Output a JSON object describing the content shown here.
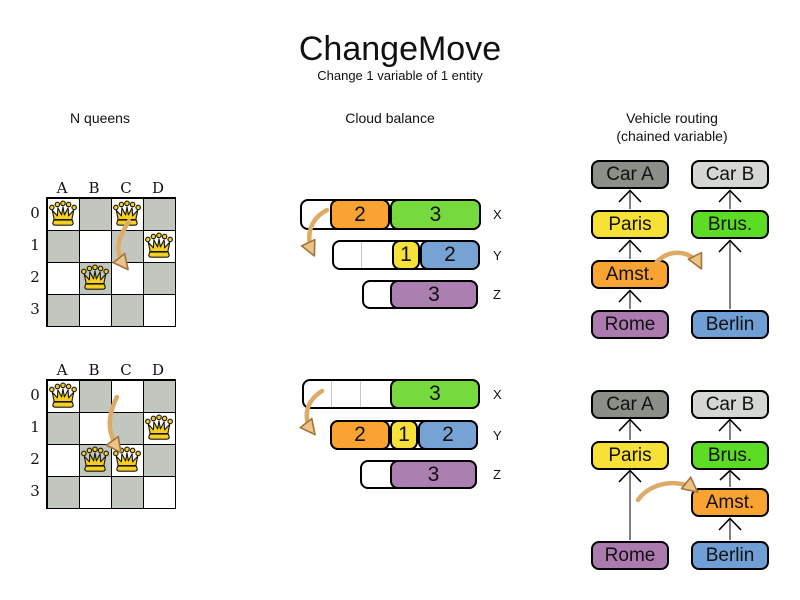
{
  "title": "ChangeMove",
  "subtitle": "Change 1 variable of 1 entity",
  "sections": {
    "nqueens": {
      "header": "N queens",
      "col_labels": [
        "A",
        "B",
        "C",
        "D"
      ],
      "row_labels": [
        "0",
        "1",
        "2",
        "3"
      ],
      "before": {
        "queen_cells": [
          "A0",
          "C0",
          "D1",
          "B2"
        ]
      },
      "after": {
        "queen_cells": [
          "A0",
          "D1",
          "B2",
          "C2"
        ]
      }
    },
    "cloud": {
      "header": "Cloud balance",
      "before": {
        "rows": [
          {
            "computer": "X",
            "segments": [
              {
                "value": "2",
                "color": "orange"
              },
              {
                "value": "3",
                "color": "green"
              }
            ]
          },
          {
            "computer": "Y",
            "segments": [
              {
                "value": "1",
                "color": "yellow"
              },
              {
                "value": "2",
                "color": "blue"
              }
            ]
          },
          {
            "computer": "Z",
            "segments": [
              {
                "value": "3",
                "color": "purple"
              }
            ]
          }
        ]
      },
      "after": {
        "rows": [
          {
            "computer": "X",
            "segments": [
              {
                "value": "3",
                "color": "green"
              }
            ]
          },
          {
            "computer": "Y",
            "segments": [
              {
                "value": "2",
                "color": "orange"
              },
              {
                "value": "1",
                "color": "yellow"
              },
              {
                "value": "2",
                "color": "blue"
              }
            ]
          },
          {
            "computer": "Z",
            "segments": [
              {
                "value": "3",
                "color": "purple"
              }
            ]
          }
        ]
      }
    },
    "vehicle": {
      "header_line1": "Vehicle routing",
      "header_line2": "(chained variable)",
      "before": {
        "chain_a": [
          "Car A",
          "Paris",
          "Amst.",
          "Rome"
        ],
        "chain_b": [
          "Car B",
          "Brus.",
          "Berlin"
        ]
      },
      "after": {
        "chain_a": [
          "Car A",
          "Paris",
          "Rome"
        ],
        "chain_b": [
          "Car B",
          "Brus.",
          "Amst.",
          "Berlin"
        ]
      }
    }
  },
  "icons": {
    "queen": "queen-icon",
    "move_arrow": "move-arrow-icon",
    "chain_arrow": "chain-arrow-icon"
  },
  "colors": {
    "orange": "#f9a332",
    "green": "#76d93d",
    "bright_green": "#5cdc24",
    "yellow": "#f6e13b",
    "blue": "#76a3d4",
    "purple": "#ab7fb0",
    "car_a_gray": "#8a8f88",
    "car_b_gray": "#d5d8d2",
    "board_dark_square": "#c1c7bf",
    "move_arrow_tan": "#ddab66"
  }
}
